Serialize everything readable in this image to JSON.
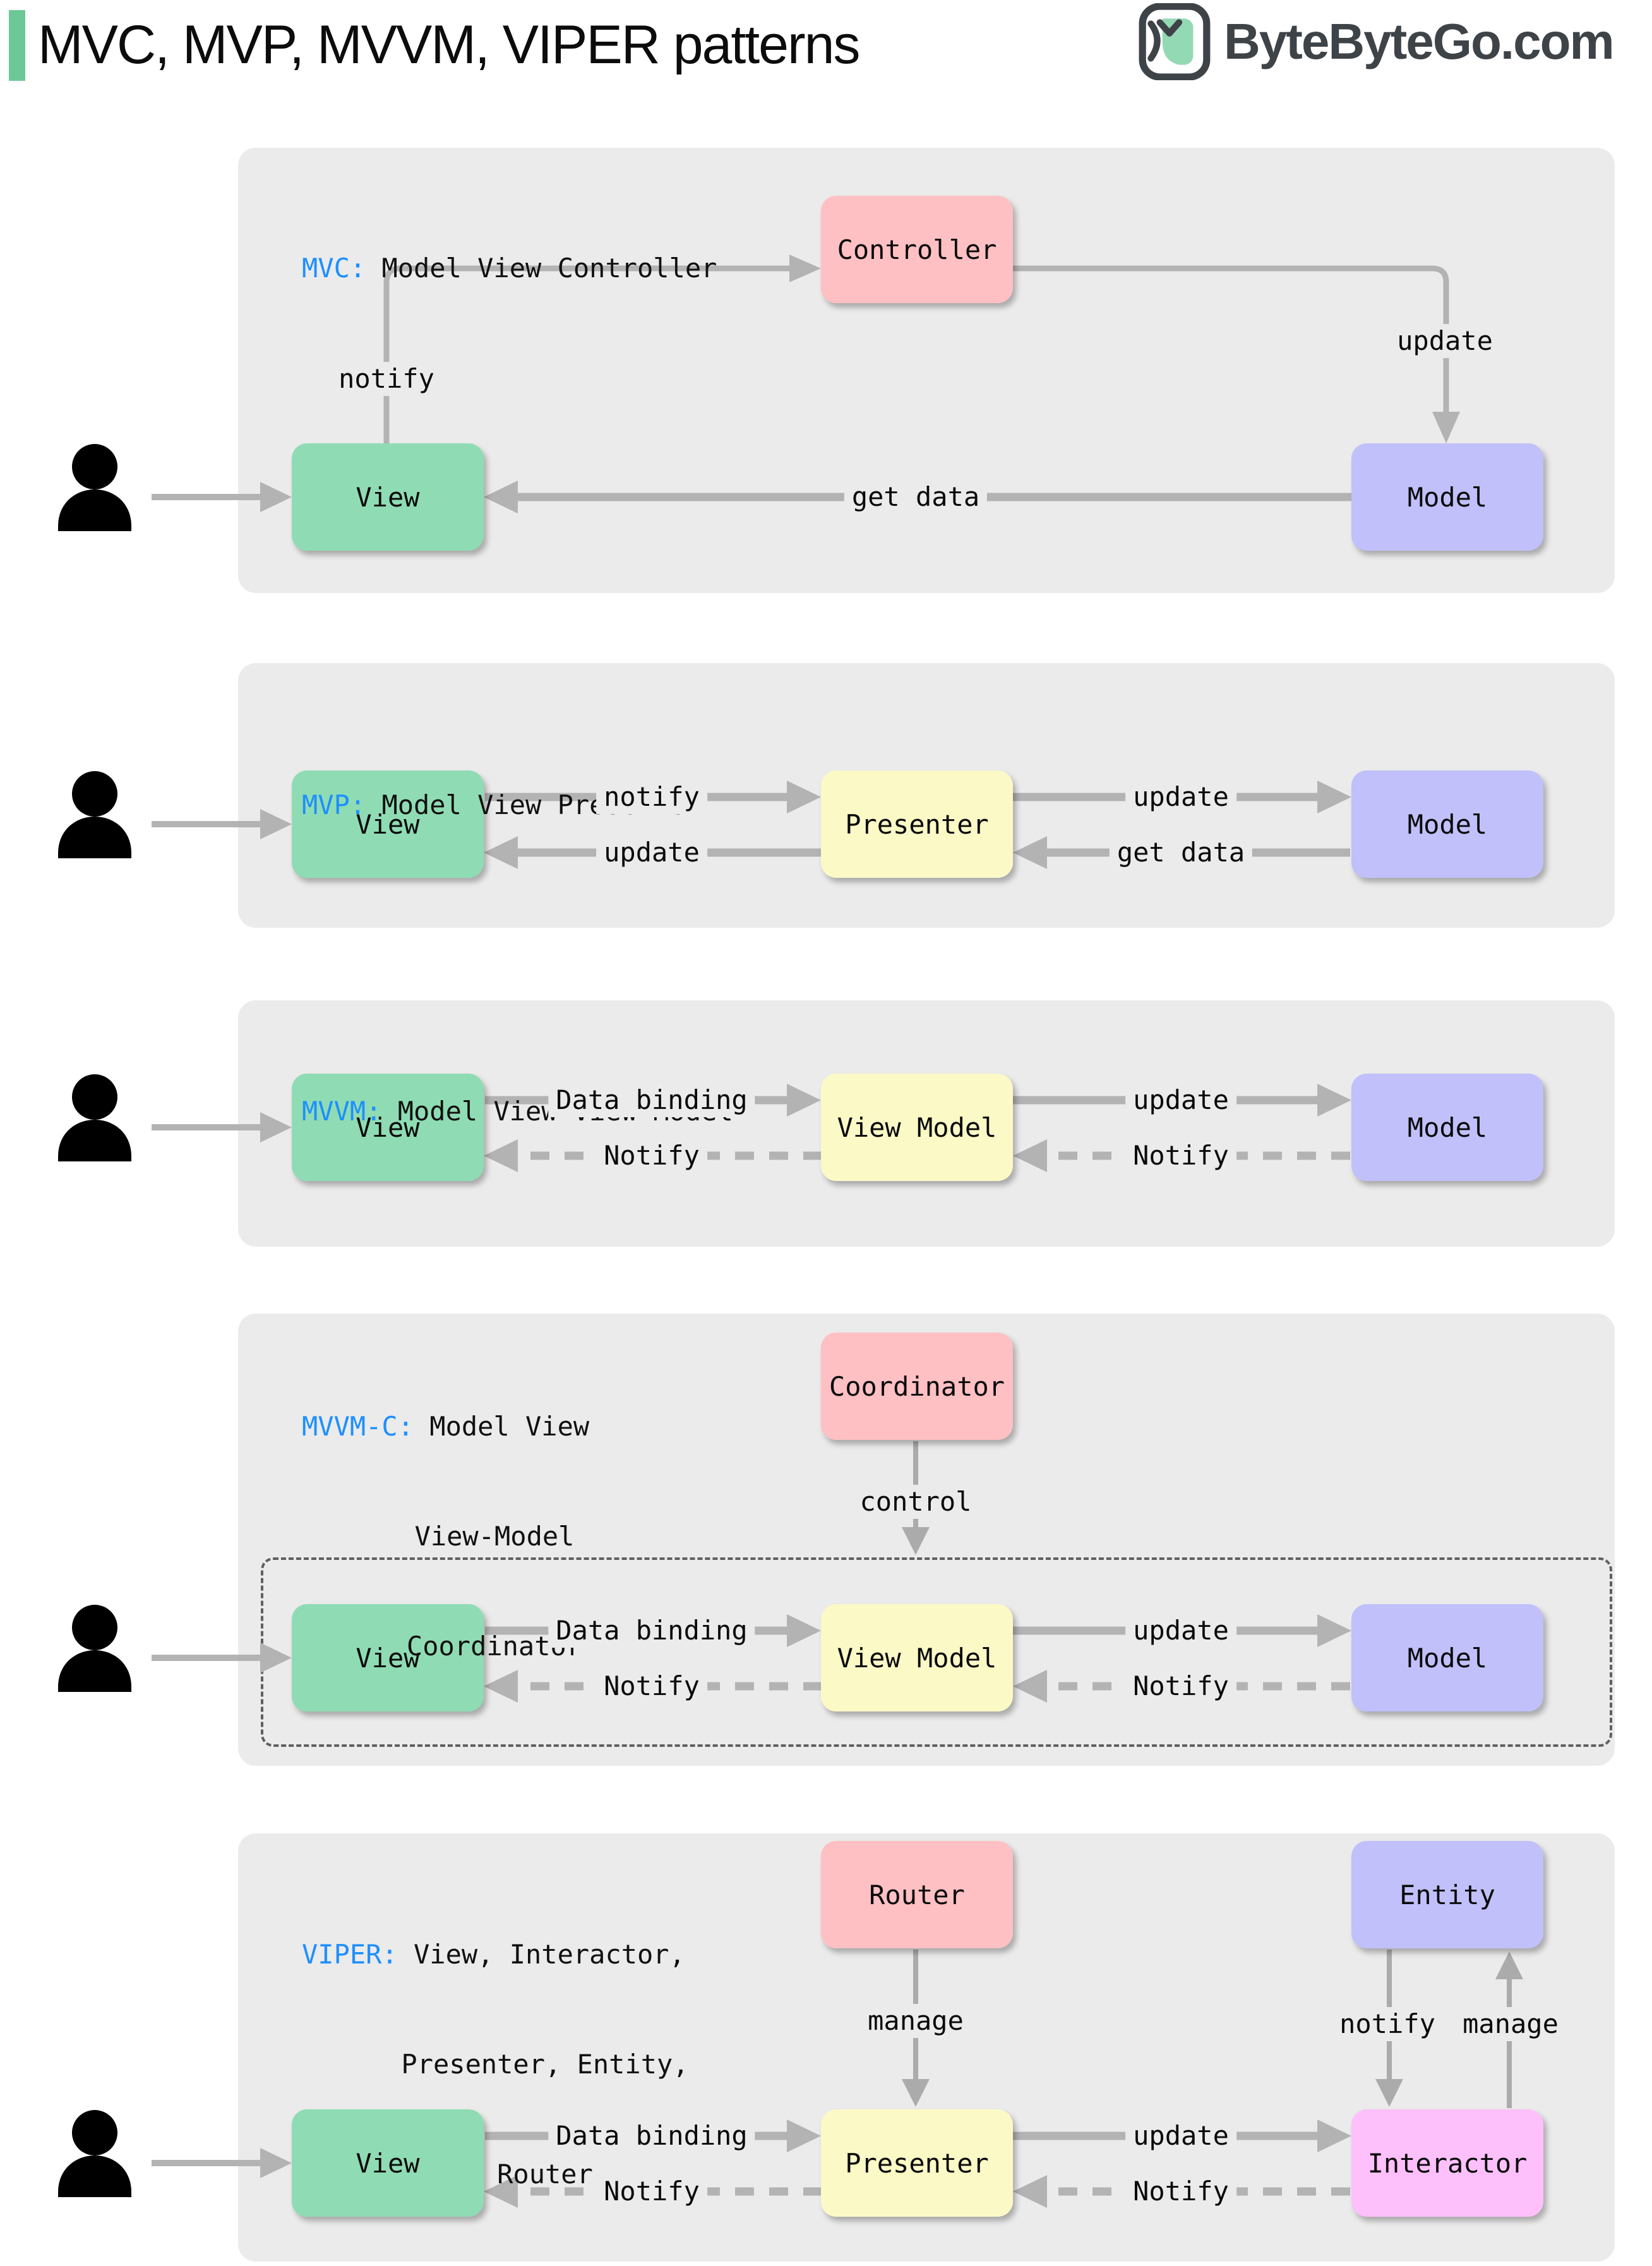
{
  "header": {
    "title": "MVC, MVP, MVVM, VIPER patterns",
    "brand": "ByteByteGo.com"
  },
  "palette": {
    "accent": "#6EC797",
    "panel_bg": "#EBEBEB",
    "tag_blue": "#1E8FFF",
    "green": "#8FDCB4",
    "pink": "#FFC0C3",
    "purple": "#C1C0FB",
    "yellow": "#FBF9C6",
    "magenta": "#FDC0FA",
    "arrow": "#B3B3B3",
    "thin_arrow": "#ABABAB"
  },
  "panels": [
    {
      "tag": "MVC:",
      "subtitle_lines": [
        " Model View Controller"
      ],
      "boxes": {
        "controller": "Controller",
        "view": "View",
        "model": "Model"
      },
      "labels": {
        "notify": "notify",
        "update": "update",
        "get_data": "get data"
      }
    },
    {
      "tag": "MVP:",
      "subtitle_lines": [
        " Model View Presenter"
      ],
      "boxes": {
        "view": "View",
        "presenter": "Presenter",
        "model": "Model"
      },
      "labels": {
        "notify": "notify",
        "update_to_model": "update",
        "update_to_view": "update",
        "get_data": "get data"
      }
    },
    {
      "tag": "MVVM:",
      "subtitle_lines": [
        " Model View View-Model"
      ],
      "boxes": {
        "view": "View",
        "view_model": "View Model",
        "model": "Model"
      },
      "labels": {
        "data_binding": "Data binding",
        "update": "update",
        "notify_view": "Notify",
        "notify_view_model": "Notify"
      }
    },
    {
      "tag": "MVVM-C:",
      "subtitle_lines": [
        " Model View",
        "View-Model",
        "Coordinator"
      ],
      "boxes": {
        "coordinator": "Coordinator",
        "view": "View",
        "view_model": "View Model",
        "model": "Model"
      },
      "labels": {
        "control": "control",
        "data_binding": "Data binding",
        "update": "update",
        "notify_view": "Notify",
        "notify_view_model": "Notify"
      }
    },
    {
      "tag": "VIPER:",
      "subtitle_lines": [
        " View, Interactor,",
        "Presenter, Entity,",
        "Router"
      ],
      "boxes": {
        "router": "Router",
        "entity": "Entity",
        "view": "View",
        "presenter": "Presenter",
        "interactor": "Interactor"
      },
      "labels": {
        "manage_router": "manage",
        "notify_entity": "notify",
        "manage_entity": "manage",
        "data_binding": "Data binding",
        "update": "update",
        "notify_view": "Notify",
        "notify_presenter": "Notify"
      }
    }
  ]
}
